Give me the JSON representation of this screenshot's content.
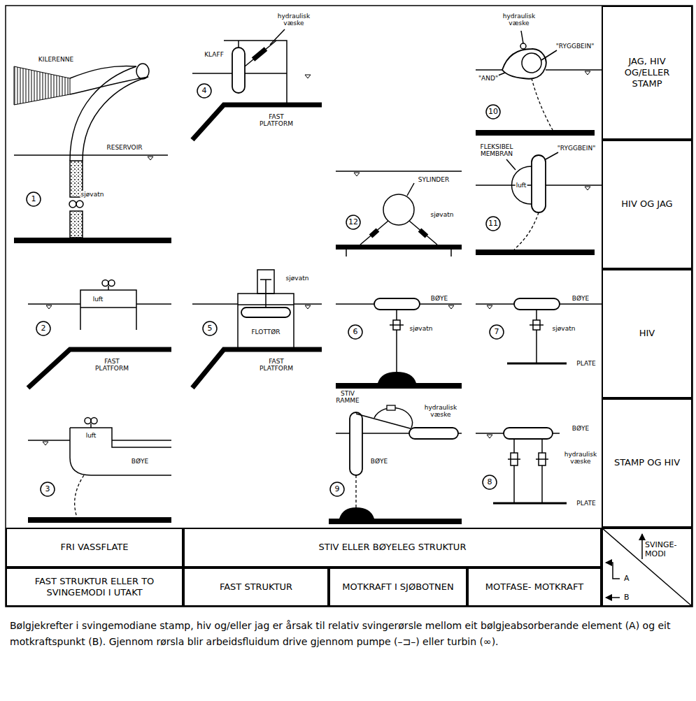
{
  "diagram": {
    "caption": "Bølgjekrefter i svingemodiane stamp, hiv og/eller jag er årsak til relativ svingerørsle mellom eit bølgjeabsorberande element (A) og eit motkraftspunkt (B). Gjennom rørsla blir arbeidsfluidum drive gjennom pumpe (–⊐–) eller turbin (∞).",
    "nodes": [
      {
        "text": [
          "JAG, HIV OG/ELLER STAMP"
        ]
      },
      {
        "text": [
          "HIV OG JAG"
        ]
      },
      {
        "text": [
          "HIV"
        ]
      },
      {
        "text": [
          "STAMP OG HIV"
        ]
      },
      {
        "text": [
          "FRI VASSFLATE"
        ]
      },
      {
        "text": [
          "STIV ELLER BØYELEG STRUKTUR"
        ]
      },
      {
        "text": [
          "FAST STRUKTUR ELLER TO SVINGEMODI I UTAKT"
        ]
      },
      {
        "text": [
          "FAST STRUKTUR"
        ]
      },
      {
        "text": [
          "MOTKRAFT I SJØBOTNEN"
        ]
      },
      {
        "text": [
          "MOTFASE- MOTKRAFT"
        ]
      },
      {
        "text": [
          "SVINGE- MODI",
          "A",
          "B"
        ]
      }
    ],
    "labels": [
      "KILERENNE",
      "RESERVOIR",
      "sjøvatn",
      "1",
      "luft",
      "FAST PLATFORM",
      "2",
      "luft",
      "BØYE",
      "3",
      "hydraulisk væske",
      "KLAFF",
      "FAST PLATFORM",
      "4",
      "sjøvatn",
      "FLOTTØR",
      "FAST PLATFORM",
      "5",
      "SYLINDER",
      "sjøvatn",
      "12",
      "BØYE",
      "sjøvatn",
      "6",
      "BØYE",
      "sjøvatn",
      "PLATE",
      "7",
      "STIV RAMME",
      "hydraulisk væske",
      "BØYE",
      "9",
      "BØYE",
      "hydraulisk væske",
      "PLATE",
      "8",
      "hydraulisk væske",
      "\"RYGGBEIN\"",
      "\"AND\"",
      "10",
      "FLEKSIBEL MEMBRAN",
      "\"RYGGBEIN\"",
      "luft",
      "11"
    ]
  }
}
